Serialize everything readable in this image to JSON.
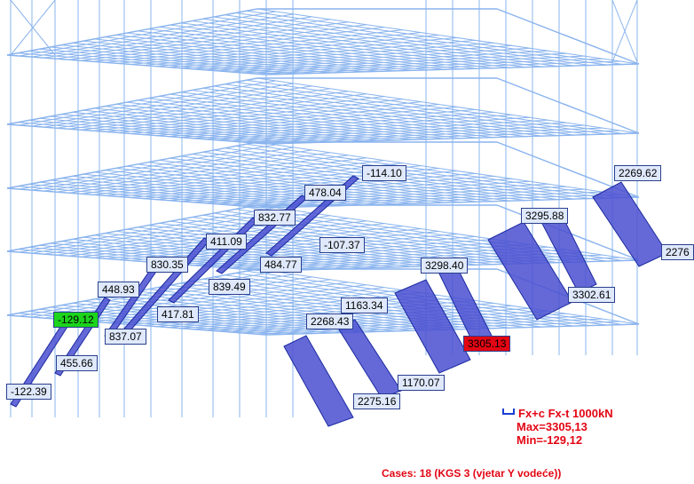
{
  "colors": {
    "frame": "#8ab4ee",
    "diagram_fill": "#4a4fd0",
    "label_bg": "#dfe9fb",
    "min_highlight": "#1bd41b",
    "max_highlight": "#e30613",
    "legend_text": "#e30613"
  },
  "force_labels": [
    {
      "id": "m1",
      "text": "-114.10",
      "type": "normal"
    },
    {
      "id": "m2",
      "text": "478.04",
      "type": "normal"
    },
    {
      "id": "m3",
      "text": "832.77",
      "type": "normal"
    },
    {
      "id": "m4",
      "text": "-107.37",
      "type": "normal"
    },
    {
      "id": "m5",
      "text": "411.09",
      "type": "normal"
    },
    {
      "id": "m6",
      "text": "484.77",
      "type": "normal"
    },
    {
      "id": "m7",
      "text": "830.35",
      "type": "normal"
    },
    {
      "id": "m8",
      "text": "839.49",
      "type": "normal"
    },
    {
      "id": "m9",
      "text": "448.93",
      "type": "normal"
    },
    {
      "id": "m10",
      "text": "417.81",
      "type": "normal"
    },
    {
      "id": "m11",
      "text": "-129.12",
      "type": "min"
    },
    {
      "id": "m12",
      "text": "837.07",
      "type": "normal"
    },
    {
      "id": "m13",
      "text": "455.66",
      "type": "normal"
    },
    {
      "id": "m14",
      "text": "-122.39",
      "type": "normal"
    },
    {
      "id": "m15",
      "text": "2269.62",
      "type": "normal"
    },
    {
      "id": "m16",
      "text": "3295.88",
      "type": "normal"
    },
    {
      "id": "m17",
      "text": "2276",
      "type": "normal"
    },
    {
      "id": "m18",
      "text": "3298.40",
      "type": "normal"
    },
    {
      "id": "m19",
      "text": "3302.61",
      "type": "normal"
    },
    {
      "id": "m20",
      "text": "1163.34",
      "type": "normal"
    },
    {
      "id": "m21",
      "text": "2268.43",
      "type": "normal"
    },
    {
      "id": "m22",
      "text": "3305.13",
      "type": "max"
    },
    {
      "id": "m23",
      "text": "1170.07",
      "type": "normal"
    },
    {
      "id": "m24",
      "text": "2275.16",
      "type": "normal"
    }
  ],
  "legend": {
    "symbol": "bracket-icon",
    "line1": "Fx+c Fx-t  1000kN",
    "line2": "Max=3305,13",
    "line3": "Min=-129,12"
  },
  "cases_text": "Cases: 18 (KGS 3 (vjetar Y vodeće))"
}
